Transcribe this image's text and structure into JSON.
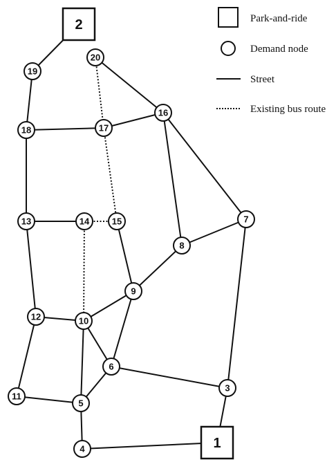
{
  "legend": {
    "park_and_ride": "Park-and-ride",
    "demand_node": "Demand node",
    "street": "Street",
    "bus_route": "Existing bus route"
  },
  "park_and_ride_nodes": [
    "1",
    "2"
  ],
  "demand_nodes": [
    "3",
    "4",
    "5",
    "6",
    "7",
    "8",
    "9",
    "10",
    "11",
    "12",
    "13",
    "14",
    "15",
    "16",
    "17",
    "18",
    "19",
    "20"
  ],
  "streets": [
    [
      "2",
      "19"
    ],
    [
      "19",
      "18"
    ],
    [
      "18",
      "17"
    ],
    [
      "18",
      "13"
    ],
    [
      "17",
      "16"
    ],
    [
      "20",
      "16"
    ],
    [
      "16",
      "8"
    ],
    [
      "16",
      "7"
    ],
    [
      "13",
      "14"
    ],
    [
      "13",
      "12"
    ],
    [
      "15",
      "9"
    ],
    [
      "9",
      "8"
    ],
    [
      "8",
      "7"
    ],
    [
      "7",
      "3"
    ],
    [
      "9",
      "10"
    ],
    [
      "9",
      "6"
    ],
    [
      "12",
      "10"
    ],
    [
      "12",
      "11"
    ],
    [
      "10",
      "6"
    ],
    [
      "10",
      "5"
    ],
    [
      "6",
      "5"
    ],
    [
      "6",
      "3"
    ],
    [
      "11",
      "5"
    ],
    [
      "5",
      "4"
    ],
    [
      "4",
      "1"
    ],
    [
      "3",
      "1"
    ]
  ],
  "bus_route": [
    [
      "20",
      "17"
    ],
    [
      "17",
      "15"
    ],
    [
      "14",
      "15"
    ],
    [
      "14",
      "10"
    ]
  ],
  "colors": {
    "ink": "#111111",
    "background": "#ffffff"
  }
}
